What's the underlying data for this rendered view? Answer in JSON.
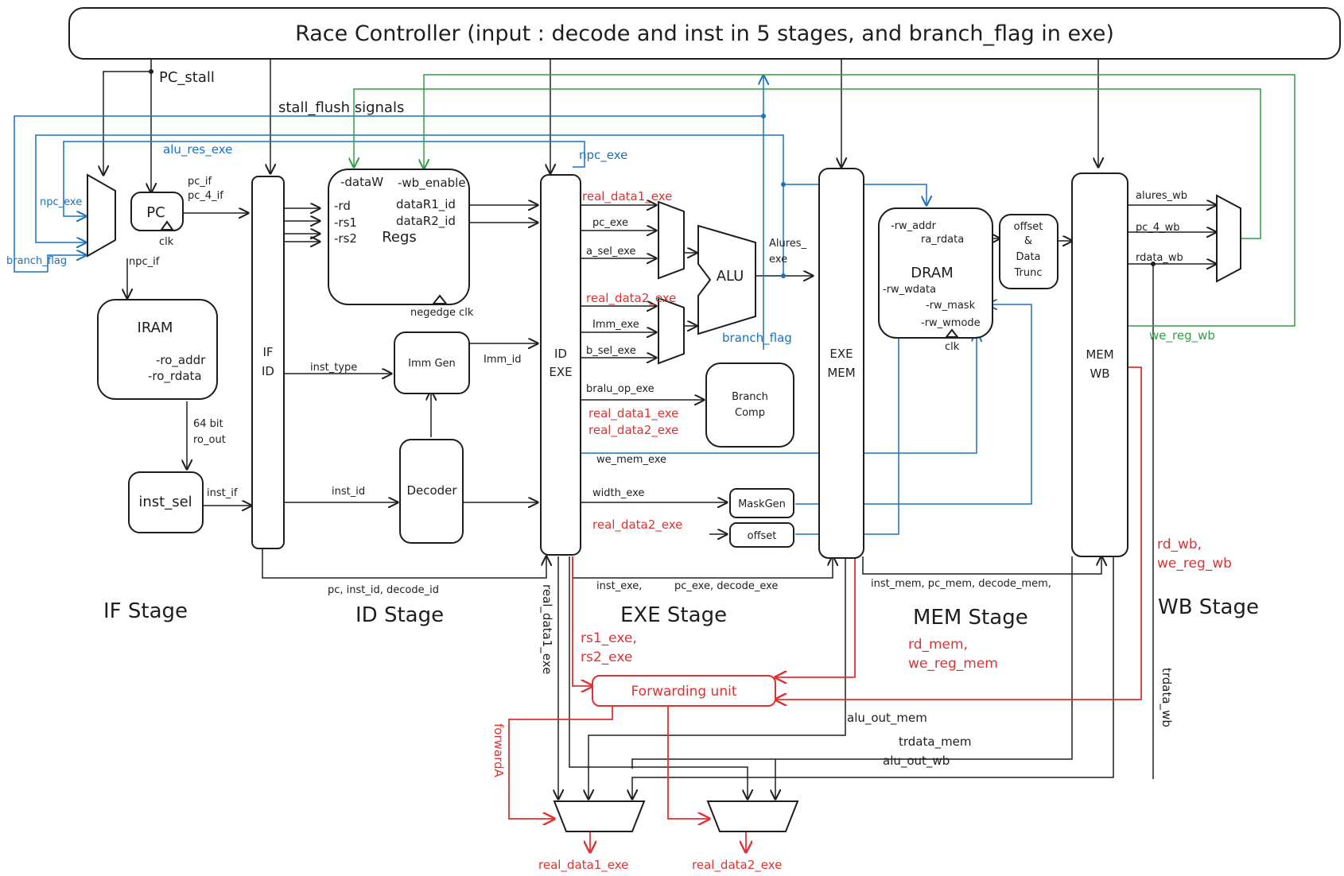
{
  "title": "Race Controller (input : decode and inst in 5 stages, and branch_flag in exe)",
  "stages": [
    "IF Stage",
    "ID Stage",
    "EXE Stage",
    "MEM Stage",
    "WB Stage"
  ],
  "blocks": {
    "pc": "PC",
    "iram": "IRAM",
    "iram_ro_addr": "-ro_addr",
    "iram_ro_rdata": "-ro_rdata",
    "inst_sel": "inst_sel",
    "if_id_1": "IF",
    "if_id_2": "ID",
    "regs": "Regs",
    "regs_dataw": "-dataW",
    "regs_wb_enable": "-wb_enable",
    "regs_rd": "-rd",
    "regs_rs1": "-rs1",
    "regs_rs2": "-rs2",
    "regs_datar1": "dataR1_id",
    "regs_datar2": "dataR2_id",
    "imm_gen": "Imm Gen",
    "decoder": "Decoder",
    "id_exe_1": "ID",
    "id_exe_2": "EXE",
    "alu": "ALU",
    "branch_comp_1": "Branch",
    "branch_comp_2": "Comp",
    "maskgen": "MaskGen",
    "offset": "offset",
    "exe_mem_1": "EXE",
    "exe_mem_2": "MEM",
    "dram": "DRAM",
    "dram_rw_addr": "-rw_addr",
    "dram_ra_rdata": "ra_rdata",
    "dram_rw_wdata": "-rw_wdata",
    "dram_rw_mask": "-rw_mask",
    "dram_rw_wmode": "-rw_wmode",
    "trunc_1": "offset",
    "trunc_2": "&",
    "trunc_3": "Data",
    "trunc_4": "Trunc",
    "mem_wb_1": "MEM",
    "mem_wb_2": "WB",
    "forwarding_unit": "Forwarding unit"
  },
  "labels": {
    "pc_stall": "PC_stall",
    "stall_flush": "stall_flush signals",
    "alu_res_exe": "alu_res_exe",
    "npc_exe_if": "npc_exe",
    "branch_flag_if": "branch_flag",
    "npc_if": "npc_if",
    "pc_if": "pc_if",
    "pc_4_if": "pc_4_if",
    "clk_pc": "clk",
    "bit64": "64 bit",
    "ro_out": "ro_out",
    "inst_if": "inst_if",
    "inst_type": "inst_type",
    "inst_id": "inst_id",
    "negedge_clk": "negedge clk",
    "imm_id": "Imm_id",
    "pc_inst_decode_id": "pc, inst_id, decode_id",
    "npc_exe_top": "npc_exe",
    "real_data1_exe_a": "real_data1_exe",
    "pc_exe": "pc_exe",
    "a_sel_exe": "a_sel_exe",
    "real_data2_exe_a": "real_data2_exe",
    "imm_exe": "Imm_exe",
    "b_sel_exe": "b_sel_exe",
    "bralu_op_exe": "bralu_op_exe",
    "real_data1_exe_b": "real_data1_exe",
    "real_data2_exe_b": "real_data2_exe",
    "alures_exe_1": "Alures_",
    "alures_exe_2": "exe",
    "branch_flag_exe": "branch_flag",
    "we_mem_exe": "we_mem_exe",
    "width_exe": "width_exe",
    "real_data2_exe_c": "real_data2_exe",
    "inst_exe": "inst_exe,",
    "pc_decode_exe": "pc_exe, decode_exe",
    "clk_dram": "clk",
    "inst_mem": "inst_mem, pc_mem, decode_mem,",
    "alures_wb": "alures_wb",
    "pc_4_wb": "pc_4_wb",
    "rdata_wb": "rdata_wb",
    "we_reg_wb_green": "we_reg_wb",
    "rd_wb": "rd_wb,",
    "we_reg_wb_red": "we_reg_wb",
    "real_data1_exe_vert": "real_data1_exe",
    "rs1_exe": "rs1_exe,",
    "rs2_exe": "rs2_exe",
    "rd_mem": "rd_mem,",
    "we_reg_mem": "we_reg_mem",
    "forwarda": "forwardA",
    "alu_out_mem": "alu_out_mem",
    "trdata_mem": "trdata_mem",
    "alu_out_wb": "alu_out_wb",
    "trdata_wb": "trdata_wb",
    "real_data1_out": "real_data1_exe",
    "real_data2_out": "real_data2_exe"
  },
  "colors": {
    "ink": "#1e1e1e",
    "blue": "#1971c2",
    "green": "#2f9e44",
    "red": "#e03131"
  }
}
